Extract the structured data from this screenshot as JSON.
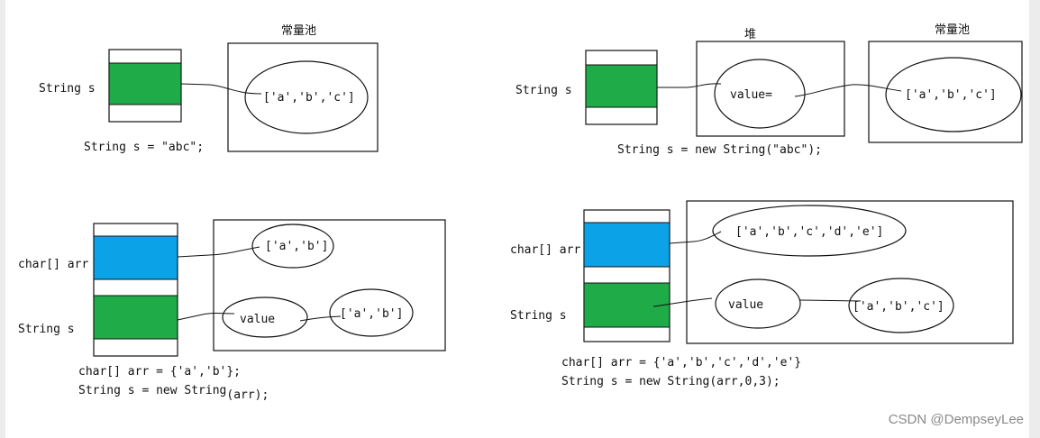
{
  "colors": {
    "green": "#1fab48",
    "blue": "#0ba2e8",
    "stroke": "#111111",
    "watermark": "#8a8a8a"
  },
  "panel1": {
    "var_label": "String s",
    "pool_title": "常量池",
    "pool_value": "['a','b','c']",
    "caption": "String s = \"abc\";"
  },
  "panel2": {
    "var_label": "String s",
    "heap_title": "堆",
    "heap_value": "value=",
    "pool_title": "常量池",
    "pool_value": "['a','b','c']",
    "caption": "String s = new String(\"abc\");"
  },
  "panel3": {
    "arr_label": "char[] arr",
    "str_label": "String s",
    "arr_value": "['a','b']",
    "value_label": "value",
    "copy_value": "['a','b']",
    "caption_line1": "char[] arr = {'a','b'};",
    "caption_line2": "String s = new String",
    "caption_line2_arg": "(arr);"
  },
  "panel4": {
    "arr_label": "char[] arr",
    "str_label": "String s",
    "arr_value": "['a','b','c','d','e']",
    "value_label": "value",
    "copy_value": "['a','b','c']",
    "caption_line1": "char[] arr = {'a','b','c','d','e'}",
    "caption_line2": "String s = new String(arr,0,3);"
  },
  "watermark": "CSDN @DempseyLee"
}
